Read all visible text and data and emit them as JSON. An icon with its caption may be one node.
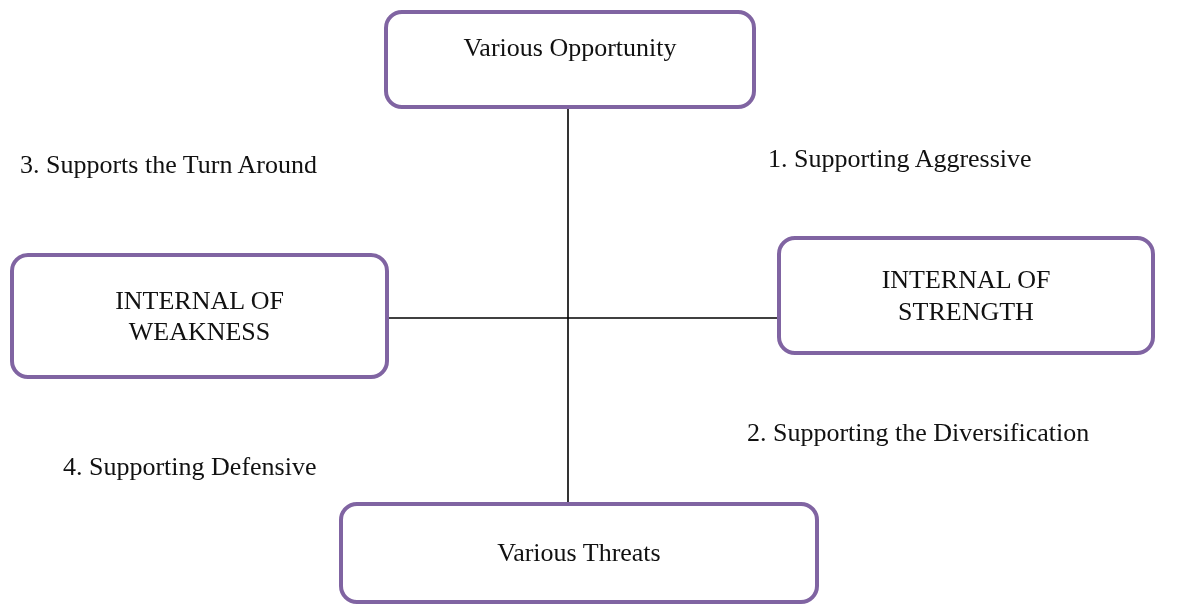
{
  "diagram": {
    "nodes": [
      {
        "text": [
          "Various Opportunity"
        ]
      },
      {
        "text": [
          "INTERNAL OF WEAKNESS"
        ]
      },
      {
        "text": [
          "INTERNAL OF STRENGTH"
        ]
      },
      {
        "text": [
          "Various Threats"
        ]
      }
    ],
    "edges": [
      {
        "from": 0,
        "to": 3,
        "arrow": "none"
      },
      {
        "from": 1,
        "to": 2,
        "arrow": "none"
      }
    ],
    "labels": [
      "3. Supports the Turn Around",
      "1. Supporting Aggressive",
      "2. Supporting the Diversification",
      "4. Supporting Defensive"
    ]
  }
}
